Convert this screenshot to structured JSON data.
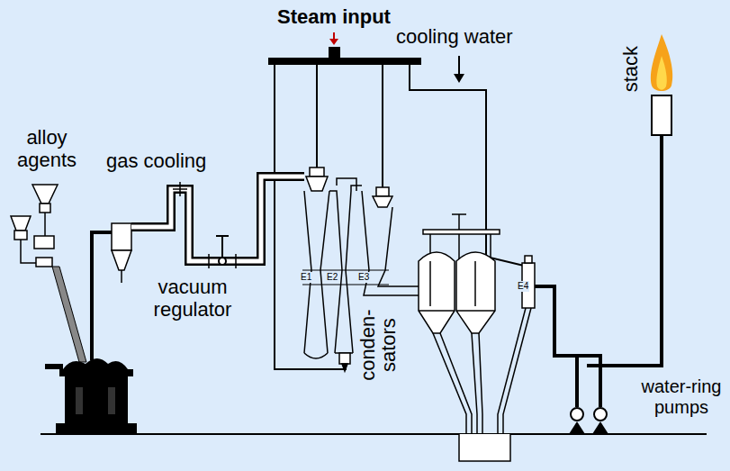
{
  "diagram": {
    "labels": [
      "Steam input",
      "cooling water",
      "stack",
      "alloy agents",
      "gas cooling",
      "vacuum regulator",
      "conden- sators",
      "water-ring pumps",
      "E1",
      "E2",
      "E3",
      "E4"
    ]
  }
}
